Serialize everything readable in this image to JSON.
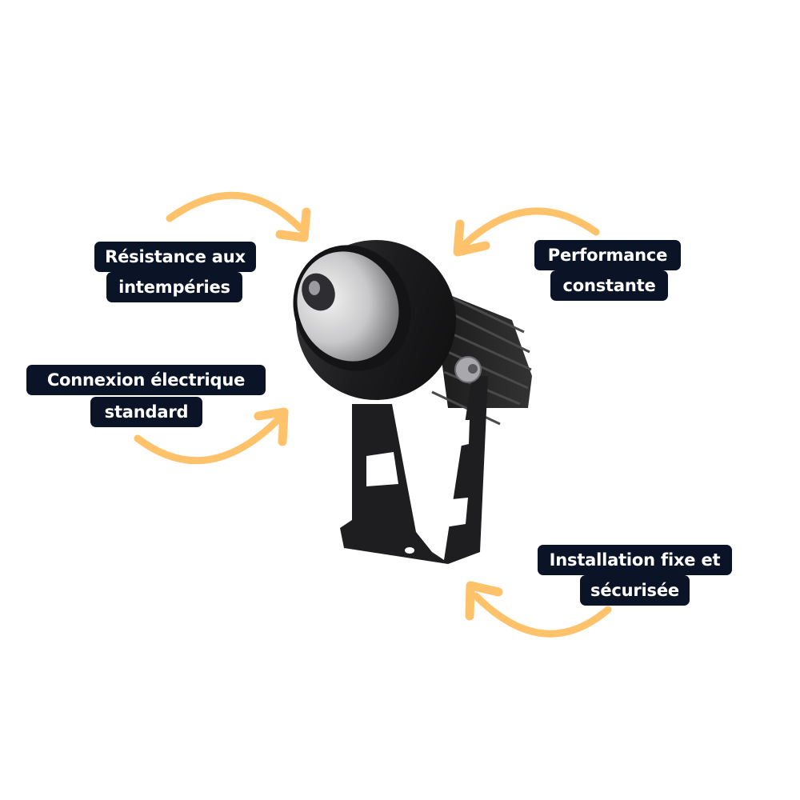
{
  "features": [
    {
      "id": "weather",
      "line1": "Résistance aux",
      "line2": "intempéries"
    },
    {
      "id": "performance",
      "line1": "Performance",
      "line2": "constante"
    },
    {
      "id": "connection",
      "line1": "Connexion électrique",
      "line2": "standard"
    },
    {
      "id": "installation",
      "line1": "Installation fixe et",
      "line2": "sécurisée"
    }
  ],
  "product": {
    "name": "spotlight-led-with-bracket"
  },
  "colors": {
    "label_bg": "#0b1426",
    "label_text": "#ffffff",
    "arrow": "#fdc26a",
    "background": "#ffffff"
  }
}
